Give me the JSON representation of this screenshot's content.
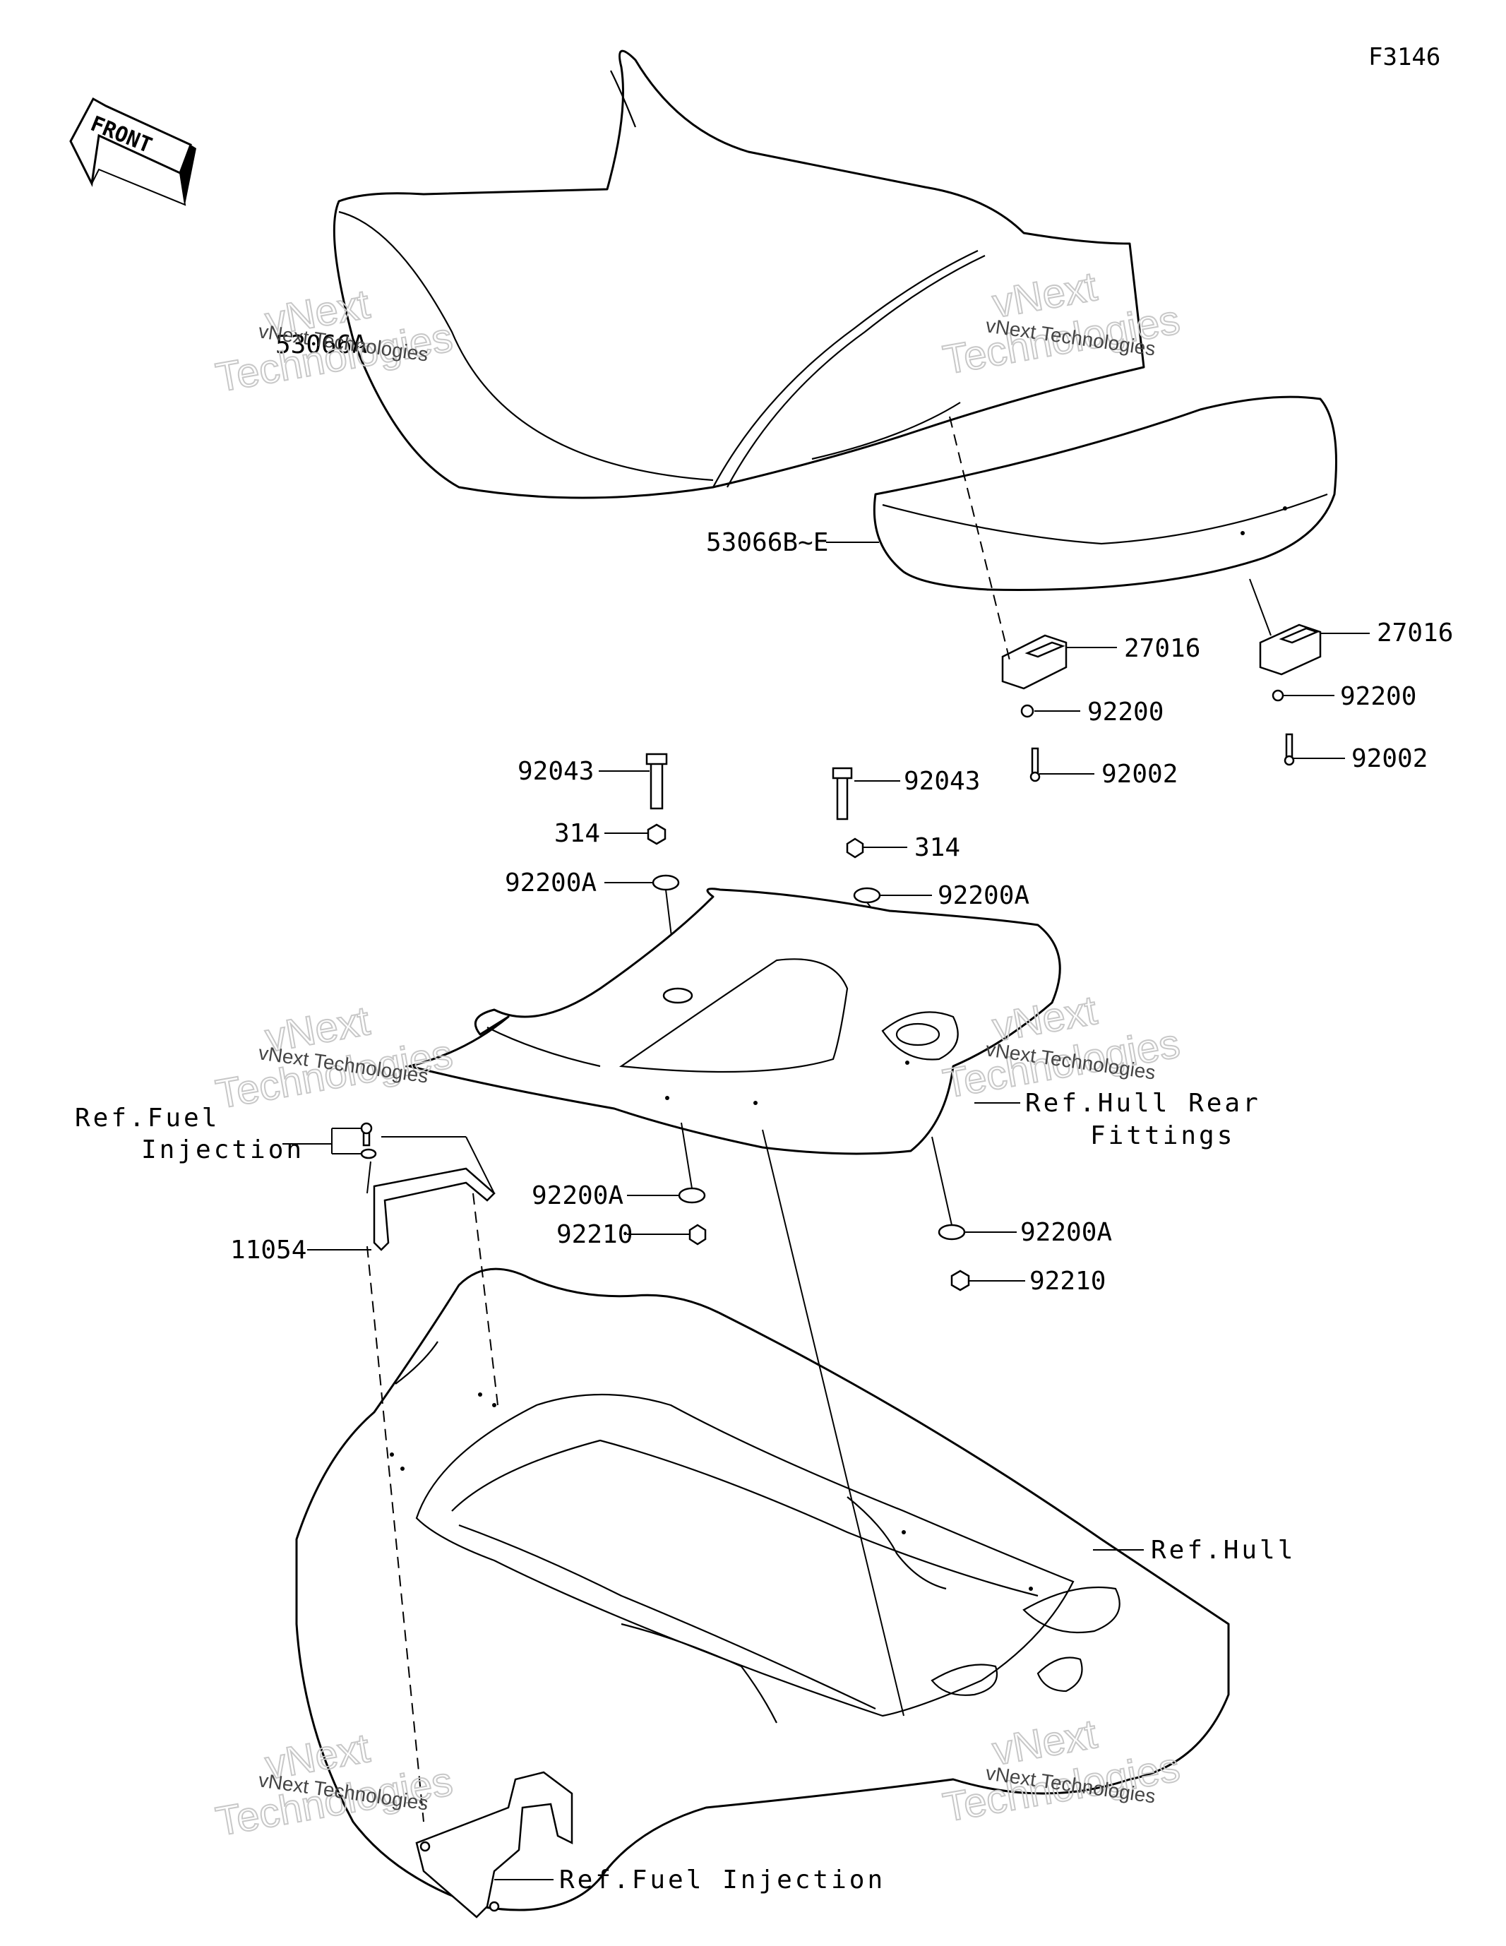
{
  "figure_code": "F3146",
  "front_arrow_label": "FRONT",
  "watermark": {
    "line_small": "vNext Technologies",
    "line_big_1": "vNext",
    "line_big_2": "Technologies"
  },
  "parts": {
    "seat_front": "53066A",
    "seat_rear": "53066B~E",
    "bracket_left": "27016",
    "bracket_right": "27016",
    "washer_92200_left": "92200",
    "washer_92200_right": "92200",
    "bolt_92002_left": "92002",
    "bolt_92002_right": "92002",
    "stud_left": "92043",
    "stud_right": "92043",
    "nut_314_left": "314",
    "nut_314_right": "314",
    "washer_upper_left": "92200A",
    "washer_upper_right": "92200A",
    "washer_lower_left": "92200A",
    "washer_lower_right": "92200A",
    "nut_lower_left": "92210",
    "nut_lower_right": "92210",
    "bracket_11054": "11054"
  },
  "references": {
    "fuel_injection_top_line1": "Ref.Fuel",
    "fuel_injection_top_line2": "Injection",
    "hull_rear_fittings_line1": "Ref.Hull Rear",
    "hull_rear_fittings_line2": "Fittings",
    "hull": "Ref.Hull",
    "fuel_injection_bottom": "Ref.Fuel Injection"
  }
}
